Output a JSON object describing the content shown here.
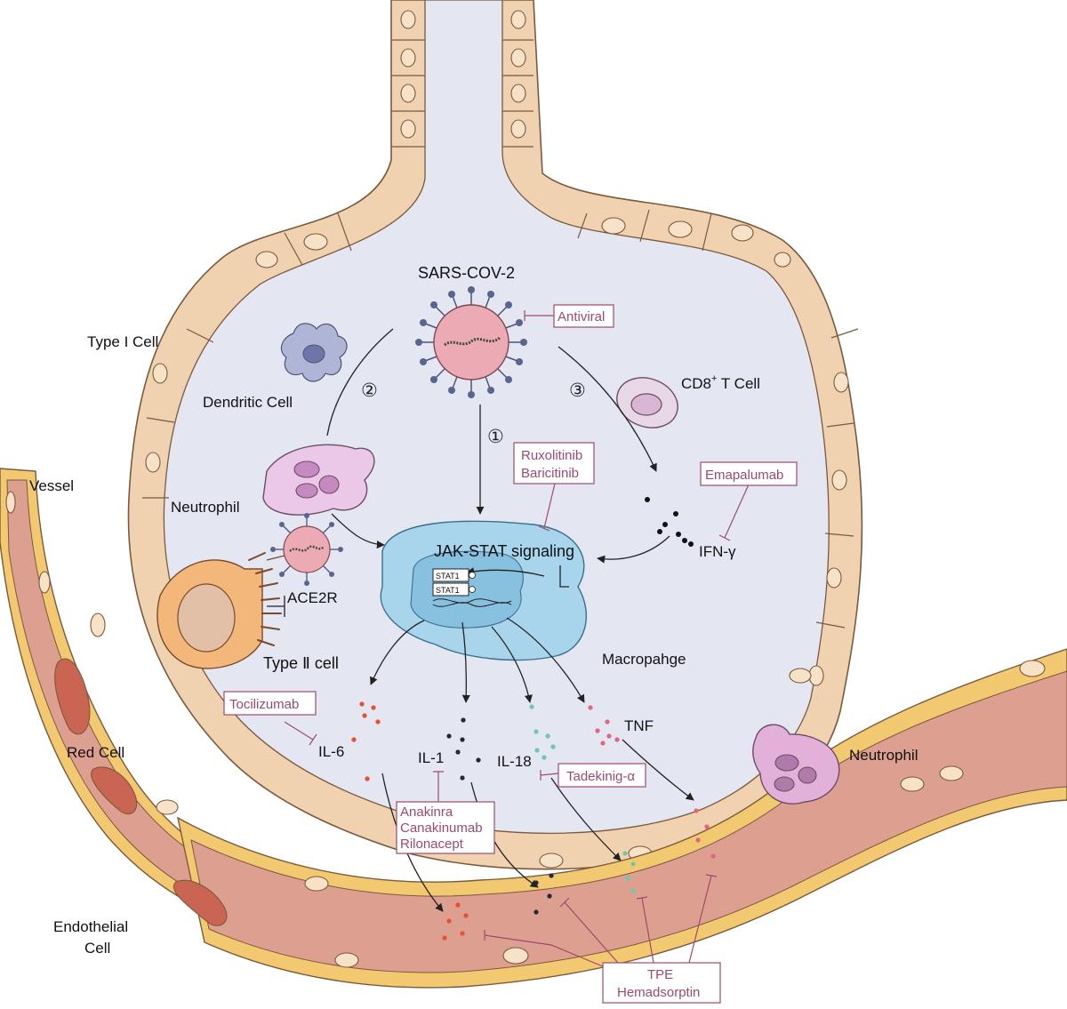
{
  "labels": {
    "virus": "SARS-COV-2",
    "type1": "Type I Cell",
    "dendritic": "Dendritic Cell",
    "cd8_main": "CD8",
    "cd8_sup": "+",
    "cd8_rest": " T Cell",
    "neutrophil_left": "Neutrophil",
    "neutrophil_right": "Neutrophil",
    "ace2r": "ACE2R",
    "type2": "Type Ⅱ cell",
    "jak": "JAK-STAT signaling",
    "macrophage": "Macropahge",
    "ifn": "IFN-γ",
    "il6": "IL-6",
    "il1": "IL-1",
    "il18": "IL-18",
    "tnf": "TNF",
    "vessel": "Vessel",
    "red_cell": "Red Cell",
    "endothelial_1": "Endothelial",
    "endothelial_2": "Cell",
    "stat1_a": "STAT1",
    "stat1_b": "STAT1",
    "path1": "①",
    "path2": "②",
    "path3": "③"
  },
  "drugs": {
    "antiviral": "Antiviral",
    "ruxolitinib": "Ruxolitinib",
    "baricitinib": "Baricitinib",
    "emapalumab": "Emapalumab",
    "tocilizumab": "Tocilizumab",
    "anakinra": "Anakinra",
    "canakinumab": "Canakinumab",
    "rilonacept": "Rilonacept",
    "tadekinig": "Tadekinig-α",
    "tpe": "TPE",
    "hemadsorptin": "Hemadsorptin"
  },
  "colors": {
    "drug_accent": "#a0496e",
    "alveolus_fill": "#e4e6f2",
    "epithelium": "#f0d2b0",
    "vessel_wall": "#f2c870",
    "blood": "#dd9f8f",
    "red_cell": "#c96552",
    "il6_dots": "#e8502a",
    "il1_dots": "#1f2a33",
    "il18_dots": "#6fc8a8",
    "tnf_dots": "#e06680",
    "ifn_dots": "#111111",
    "macrophage": "#a8d4ec",
    "virus": "#ecabb4"
  }
}
